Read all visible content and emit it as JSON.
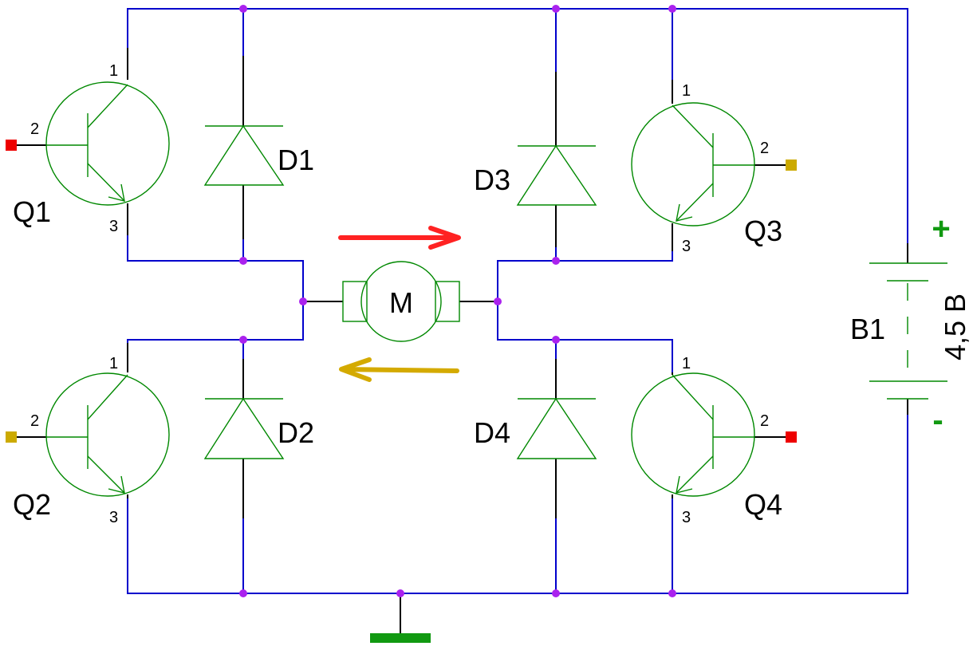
{
  "transistors": [
    {
      "ref": "Q1",
      "pin_base": "2",
      "pin_collector": "1",
      "pin_emitter": "3"
    },
    {
      "ref": "Q2",
      "pin_base": "2",
      "pin_collector": "1",
      "pin_emitter": "3"
    },
    {
      "ref": "Q3",
      "pin_base": "2",
      "pin_collector": "1",
      "pin_emitter": "3"
    },
    {
      "ref": "Q4",
      "pin_base": "2",
      "pin_collector": "1",
      "pin_emitter": "3"
    }
  ],
  "diodes": [
    {
      "ref": "D1"
    },
    {
      "ref": "D2"
    },
    {
      "ref": "D3"
    },
    {
      "ref": "D4"
    }
  ],
  "motor": {
    "label": "M"
  },
  "battery": {
    "ref": "B1",
    "value": "4,5 В",
    "plus": "+",
    "minus": "-"
  },
  "colors": {
    "wire": "#0000cc",
    "component": "#008800",
    "node": "#aa22ee",
    "ground": "#119911",
    "arrow_forward": "#ff2222",
    "arrow_reverse": "#d4aa00",
    "input_active": "#ee0000",
    "input_inactive": "#ccaa00"
  }
}
